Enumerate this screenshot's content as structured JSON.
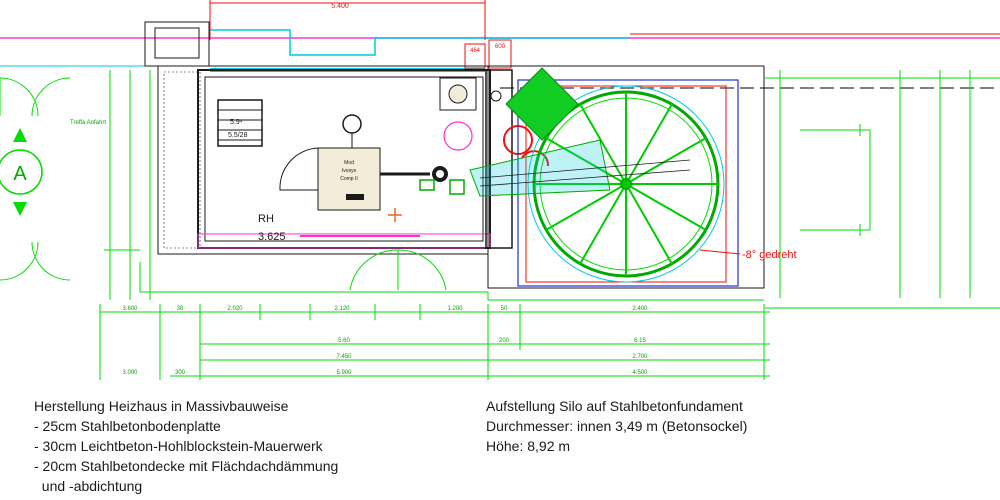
{
  "drawing": {
    "room_label": "RH",
    "room_level": "3.625",
    "compass_letter": "A",
    "rotation_note": "-8° gedreht",
    "stair_labels": [
      "5.9⁴",
      "5.5/28"
    ],
    "side_label": "Treffa Anfahrt",
    "dims_top": [
      "5.400",
      "464",
      "600"
    ],
    "dims_bottom_row1": [
      "3.600",
      "30",
      "2.020",
      "2.120",
      "1.200",
      "50",
      "2.400"
    ],
    "dims_bottom_row2": [
      "5.60",
      "200",
      "6.15"
    ],
    "dims_bottom_row3": [
      "7.450",
      "3.000",
      "2.700"
    ],
    "dims_bottom_row4": [
      "300",
      "5.900",
      "4.500"
    ],
    "boiler_label": [
      "Mod",
      "Ivosys",
      "Comp II"
    ],
    "colors": {
      "wall": "#1a1a1a",
      "dimension": "#00dd00",
      "red": "#ee1111",
      "magenta": "#ff33cc",
      "cyan": "#00ccdd",
      "blue": "#2233cc",
      "green_fill": "#11cc22"
    }
  },
  "notes": {
    "left_title": "Herstellung Heizhaus in Massivbauweise",
    "left_items": [
      "- 25cm Stahlbetonbodenplatte",
      "- 30cm Leichtbeton-Hohlblockstein-Mauerwerk",
      "- 20cm Stahlbetondecke mit Flächdachdämmung",
      "  und -abdichtung"
    ],
    "right_title": "Aufstellung Silo auf Stahlbetonfundament",
    "right_items": [
      "Durchmesser: innen 3,49 m (Betonsockel)",
      "Höhe: 8,92 m"
    ]
  }
}
